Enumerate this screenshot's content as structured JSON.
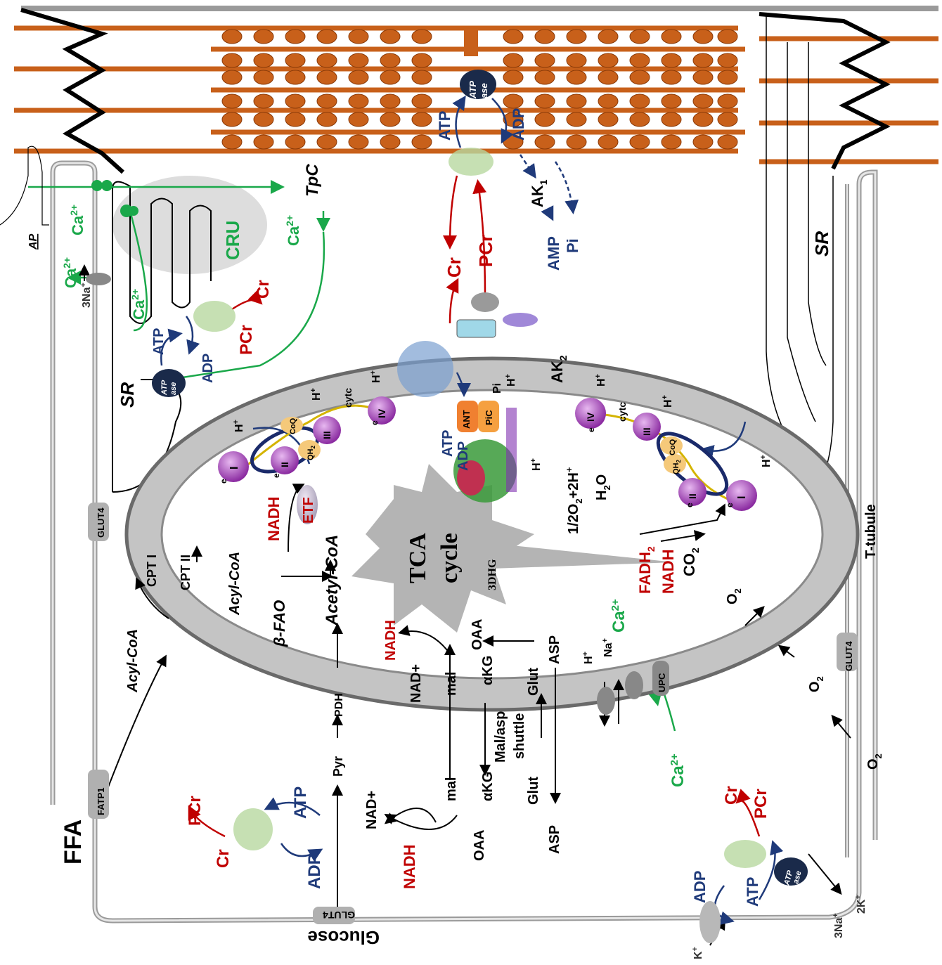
{
  "colors": {
    "myofilament": "#c8601a",
    "myofilament_dark": "#8a3a08",
    "membrane": "#9a9a9a",
    "membrane_light": "#dcdcdc",
    "mito_fill": "#c8c8c8",
    "red": "#c00000",
    "blue": "#1f3a7a",
    "green": "#1aa84a",
    "black": "#000000",
    "atpase": "#1a2a4a",
    "complex_purple": "#9b30b0",
    "coq": "#f5c97a",
    "cru": "#bdbdbd"
  },
  "labels": {
    "ffa": "FFA",
    "fatp1": "FATP1",
    "glut4_top": "GLUT4",
    "glut4_bottom": "GLUT4",
    "glut4_right": "GLUT4",
    "acyl_coa_outer": "Acyl-CoA",
    "acyl_coa_inner": "Acyl-CoA",
    "cpt1": "CPT I",
    "cpt2": "CPT II",
    "beta_fao": "β-FAO",
    "acetyl_coa": "Acetyl-CoA",
    "nadh_fao": "NADH",
    "etf": "ETF",
    "tca_line1": "TCA",
    "tca_line2": "cycle",
    "dhg": "3DHG",
    "oaa_tca": "OAA",
    "nadh_tca": "NADH",
    "nad_plus_tca": "NAD+",
    "mal_inner": "mal",
    "akg_inner": "αKG",
    "glut_inner": "Glut",
    "asp_inner": "ASP",
    "shuttle_line1": "Mal/asp",
    "shuttle_line2": "shuttle",
    "mal_outer": "mal",
    "akg_outer": "αKG",
    "glut_outer": "Glut",
    "asp_outer": "ASP",
    "oaa_outer": "OAA",
    "nadh_cyto": "NADH",
    "nad_plus_cyto": "NAD+",
    "pyr": "Pyr",
    "pdh": "PDH",
    "glucose": "Glucose",
    "pcr_left": "PCr",
    "cr_left": "Cr",
    "atp_left": "ATP",
    "adp_left": "ADP",
    "fadh2": "FADH",
    "fadh2_sub": "2",
    "nadh_right": "NADH",
    "co2": "CO",
    "co2_sub": "2",
    "o2_a": "O",
    "o2_b": "O",
    "o2_c": "O",
    "o2_sub": "2",
    "water": "H",
    "water_sub": "2",
    "water_tail": "O",
    "half_o2": "1/2O",
    "half_o2_tail": "+2H",
    "complex_i": "I",
    "complex_ii": "II",
    "complex_iii": "III",
    "complex_iv": "IV",
    "coq": "CoQ",
    "qh2": "QH",
    "qh2_sub": "2",
    "cytc": "cytc",
    "e": "e",
    "h_plus": "H",
    "plus": "+",
    "ant": "ANT",
    "pic": "PiC",
    "pi_mito": "Pi",
    "atp_mito": "ATP",
    "adp_mito": "ADP",
    "ak2": "AK",
    "ak2_sub": "2",
    "cr_top": "Cr",
    "pcr_top": "PCr",
    "atp_top": "ATP",
    "adp_top": "ADP",
    "atpase_line1": "ATP",
    "atpase_line2": "ase",
    "ak1": "AK",
    "ak1_sub": "1",
    "amp": "AMP",
    "pi_top": "Pi",
    "tpc": "TpC",
    "cru": "CRU",
    "sr_left": "SR",
    "sr_right": "SR",
    "ap": "AP",
    "ca": "Ca",
    "ca_sup": "2+",
    "na3": "3Na",
    "atp_sr": "ATP",
    "adp_sr": "ADP",
    "pcr_sr": "PCr",
    "cr_sr": "Cr",
    "upc": "UPC",
    "h_exch": "H",
    "na_exch": "Na",
    "t_tubule": "T-tubule",
    "cr_br": "Cr",
    "pcr_br": "PCr",
    "adp_br": "ADP",
    "atp_br": "ATP",
    "na3_br": "3Na",
    "k2_br": "2K",
    "k_br": "K"
  }
}
